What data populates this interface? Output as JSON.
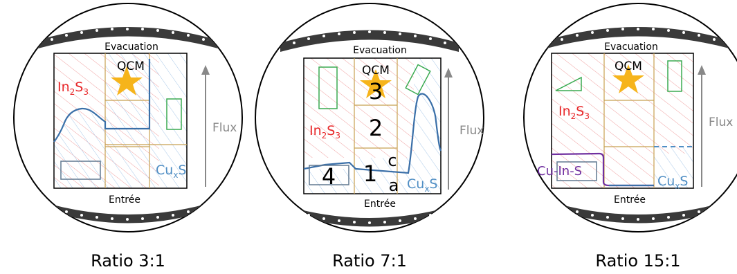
{
  "panels": [
    {
      "caption": "Ratio 3:1",
      "top_label": "Evacuation",
      "bottom_label": "Entrée",
      "flux_label": "Flux",
      "qcm_label": "QCM",
      "in2s3": {
        "base": "In",
        "sub1": "2",
        "mid": "S",
        "sub2": "3"
      },
      "cuxs": {
        "base": "Cu",
        "sub": "x",
        "tail": "S"
      }
    },
    {
      "caption": "Ratio 7:1",
      "top_label": "Evacuation",
      "bottom_label": "Entrée",
      "flux_label": "Flux",
      "qcm_label": "QCM",
      "in2s3": {
        "base": "In",
        "sub1": "2",
        "mid": "S",
        "sub2": "3"
      },
      "cuxs": {
        "base": "Cu",
        "sub": "x",
        "tail": "S"
      },
      "numbers": [
        "3",
        "2",
        "1",
        "4"
      ],
      "letters": [
        "c",
        "a"
      ]
    },
    {
      "caption": "Ratio 15:1",
      "top_label": "Evacuation",
      "bottom_label": "Entrée",
      "flux_label": "Flux",
      "qcm_label": "QCM",
      "in2s3": {
        "base": "In",
        "sub1": "2",
        "mid": "S",
        "sub2": "3"
      },
      "cuxs": {
        "base": "Cu",
        "sub": "x",
        "tail": "S"
      },
      "cuins": "Cu-In-S"
    }
  ],
  "colors": {
    "in2s3": "#e8282a",
    "cuxs": "#4f8ec4",
    "hatch_red": "#f0a0a0",
    "hatch_blue": "#a8c8e8",
    "grid": "#c8a050",
    "curve": "#3a6fa8",
    "rect_green": "#3aaa50",
    "rect_gray": "#607890",
    "star": "#f6b41b",
    "cuins": "#7030a0",
    "arrow": "#888888",
    "plate": "#3a3a3a"
  }
}
